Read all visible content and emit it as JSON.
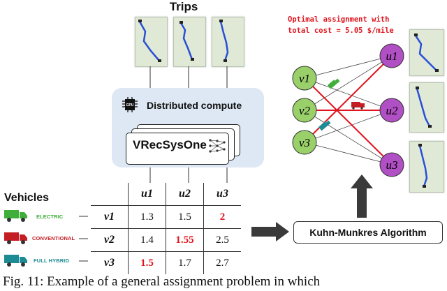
{
  "trips_title": "Trips",
  "compute": {
    "gpu_label": "GPU",
    "title": "Distributed compute",
    "model": "VRecSysOne"
  },
  "vehicles": {
    "title": "Vehicles",
    "types": [
      {
        "label": "ELECTRIC",
        "color": "#3fae3a"
      },
      {
        "label": "CONVENTIONAL",
        "color": "#c41e24"
      },
      {
        "label": "FULL HYBRID",
        "color": "#1c8b93"
      }
    ]
  },
  "table": {
    "columns": [
      "u1",
      "u2",
      "u3"
    ],
    "rows": [
      {
        "label": "v1",
        "values": [
          "1.3",
          "1.5",
          "2"
        ],
        "highlight": 2
      },
      {
        "label": "v2",
        "values": [
          "1.4",
          "1.55",
          "2.5"
        ],
        "highlight": 1
      },
      {
        "label": "v3",
        "values": [
          "1.5",
          "1.7",
          "2.7"
        ],
        "highlight": 0
      }
    ]
  },
  "algorithm": "Kuhn-Munkres Algorithm",
  "optimal": {
    "line1": "Optimal assignment with",
    "line2": "total cost = 5.05 $/mile"
  },
  "graph": {
    "left_nodes": [
      "v1",
      "v2",
      "v3"
    ],
    "right_nodes": [
      "u1",
      "u2",
      "u3"
    ],
    "node_color": "#9ad06a",
    "right_node_color": "#b14fc4",
    "edge_color": "#e0141e"
  },
  "caption": "Fig. 11: Example of a general assignment problem in which"
}
